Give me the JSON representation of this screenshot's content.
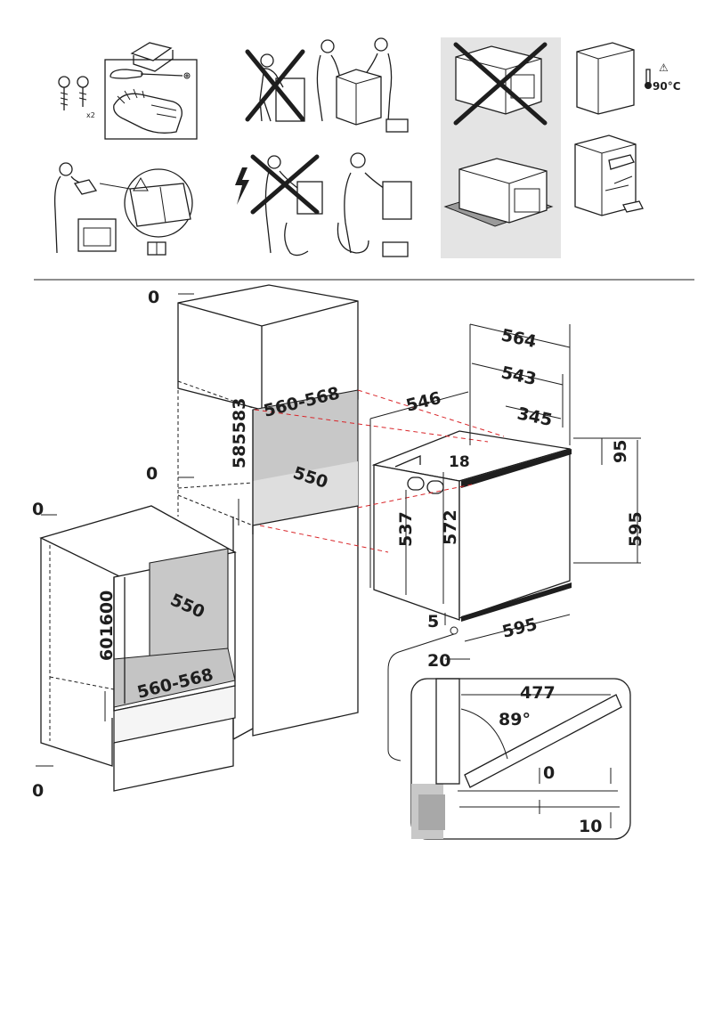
{
  "safety_panel": {
    "quantity_label": "x2",
    "temperature_label": "90°C",
    "warning_symbol": "⚠",
    "icons": [
      "screws-icon",
      "screwdriver-icon",
      "gloves-icon",
      "two-person-lift-icon",
      "read-manual-icon",
      "electric-hazard-icon",
      "oven-on-base-icon",
      "cabinet-ventilation-icon",
      "cabinet-cleaning-icon",
      "manual-book-icon"
    ]
  },
  "installation_diagram": {
    "tall_cabinet": {
      "top_clearance": "0",
      "side_clearance": "0",
      "niche_height": "585583",
      "niche_width": "560-568",
      "niche_depth": "550"
    },
    "base_cabinet": {
      "top_clearance": "0",
      "bottom_clearance": "0",
      "niche_height": "601600",
      "niche_depth": "550",
      "niche_width": "560-568"
    },
    "oven": {
      "overall_depth": "564",
      "body_depth": "543",
      "side_depth": "546",
      "rear_depth": "345",
      "panel_height": "95",
      "top_offset": "18",
      "body_height_outer": "572",
      "body_height_inner": "537",
      "front_height": "595",
      "front_width": "595",
      "bottom_gap": "5",
      "front_offset": "20"
    },
    "door_detail": {
      "door_width": "477",
      "opening_angle": "89°",
      "clearance_top": "0",
      "clearance_bottom": "10"
    }
  }
}
